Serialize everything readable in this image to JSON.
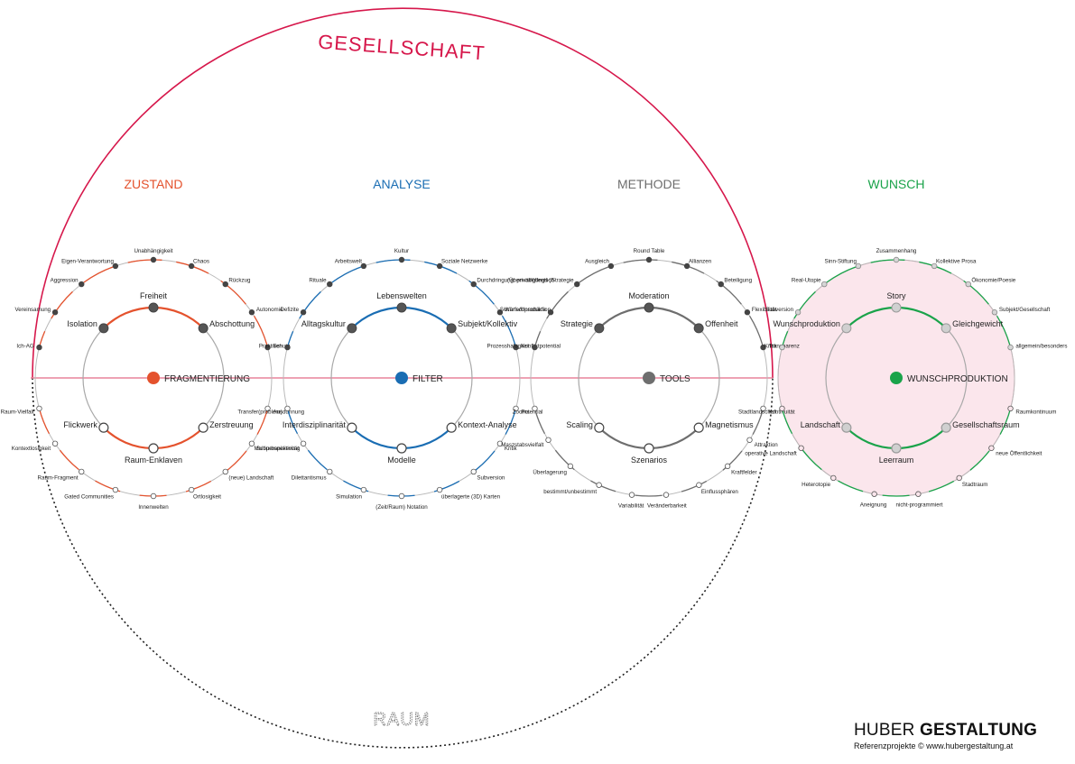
{
  "outer": {
    "title": "GESELLSCHAFT",
    "subtitle": "RAUM",
    "title_color": "#d6174b",
    "axis_color": "#e8849c"
  },
  "logo": {
    "light": "HUBER",
    "bold": "GESTALTUNG",
    "credit": "Referenzprojekte © www.hubergestaltung.at"
  },
  "clusters": [
    {
      "id": "zustand",
      "header": "ZUSTAND",
      "color": "#e4522d",
      "center": "FRAGMENTIERUNG",
      "inner": {
        "top": [
          "Isolation",
          "Freiheit",
          "Abschottung"
        ],
        "bottom": [
          "Flickwerk",
          "Raum-Enklaven",
          "Zerstreuung"
        ]
      },
      "outer": {
        "top": [
          "Ich-AG",
          "Vereinsamung",
          "Aggression",
          "Eigen-Verantwortung",
          "Unabhängigkeit",
          "Chaos",
          "Rückzug",
          "Autonomie",
          "Schutz"
        ],
        "bottom": [
          "Raum-Vielfalt",
          "Kontextlosigkeit",
          "Raum-Fragment",
          "Gated Communities",
          "Innenwelten",
          "Ortlosigkeit",
          "(neue) Landschaft",
          "Suburbanisierung",
          "Ausdünnung"
        ]
      }
    },
    {
      "id": "analyse",
      "header": "ANALYSE",
      "color": "#1a6db3",
      "center": "FILTER",
      "inner": {
        "top": [
          "Alltagskultur",
          "Lebenswelten",
          "Subjekt/Kollektiv"
        ],
        "bottom": [
          "Interdisziplinarität",
          "Modelle",
          "Kontext-Analyse"
        ]
      },
      "outer": {
        "top": [
          "Praktiken",
          "Defizite",
          "Rituale",
          "Arbeitswelt",
          "Kultur",
          "Soziale Netzwerke",
          "Durchdringung: privat/öffentlich",
          "Wunschproduktion",
          "Konfliktpotential"
        ],
        "bottom": [
          "Transfer(problem)",
          "Multiperspektivität",
          "Dilettantismus",
          "Simulation",
          "(Zeit/Raum) Notation",
          "überlagerte (3D) Karten",
          "Subversion",
          "Kritik",
          "Potential"
        ]
      }
    },
    {
      "id": "methode",
      "header": "METHODE",
      "color": "#6e6e6e",
      "center": "TOOLS",
      "inner": {
        "top": [
          "Strategie",
          "Moderation",
          "Offenheit"
        ],
        "bottom": [
          "Scaling",
          "Szenarios",
          "Magnetismus"
        ]
      },
      "outer": {
        "top": [
          "Prozesshaftigkeit",
          "Schärfe/Unschärfe",
          "(Überwältigungs-)Strategie",
          "Ausgleich",
          "Round Table",
          "Allianzen",
          "Beteiligung",
          "Flexibilität",
          "Transparenz"
        ],
        "bottom": [
          "Zooms",
          "Maszstabsvielfalt",
          "Überlagerung",
          "bestimmt/unbestimmt",
          "Variabilität",
          "Veränderbarkeit",
          "Einflussphären",
          "Kraftfelder",
          "Attraktion",
          "Kontinuität"
        ]
      }
    },
    {
      "id": "wunsch",
      "header": "WUNSCH",
      "color": "#1aa34a",
      "center": "WUNSCHPRODUKTION",
      "inner": {
        "top": [
          "Wunschproduktion",
          "Story",
          "Gleichgewicht"
        ],
        "bottom": [
          "Landschaft",
          "Leerraum",
          "Gesellschaftsraum"
        ]
      },
      "outer": {
        "top": [
          "Kritik",
          "Subversion",
          "Real-Utopie",
          "Sinn-Stiftung",
          "Zusammenhang",
          "Kollektive Prosa",
          "Ökonomie/Poesie",
          "Subjekt/Gesellschaft",
          "allgemein/besonders"
        ],
        "bottom": [
          "Stadtlandschaft",
          "operative Landschaft",
          "Heterotopie",
          "Aneignung",
          "nicht-programmiert",
          "Stadtraum",
          "neue Öffentlichkeit",
          "Raumkontinuum"
        ]
      }
    }
  ]
}
